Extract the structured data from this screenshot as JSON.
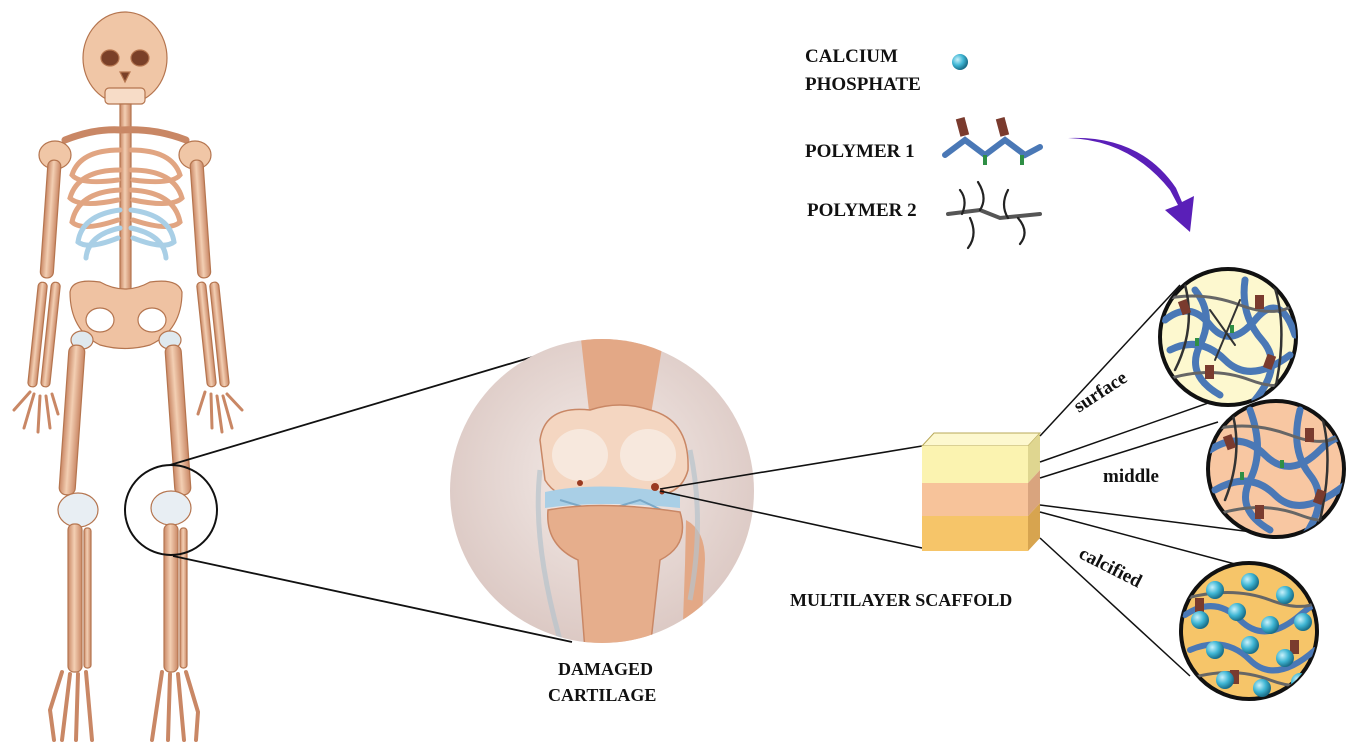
{
  "legend": {
    "calcium_phosphate": "CALCIUM\nPHOSPHATE",
    "calcium_line1": "CALCIUM",
    "calcium_line2": "PHOSPHATE",
    "polymer1": "POLYMER 1",
    "polymer2": "POLYMER 2"
  },
  "labels": {
    "damaged_line1": "DAMAGED",
    "damaged_line2": "CARTILAGE",
    "scaffold": "MULTILAYER SCAFFOLD",
    "surface": "surface",
    "middle": "middle",
    "calcified": "calcified"
  },
  "colors": {
    "bone": "#e9b48f",
    "bone_dark": "#c98765",
    "cartilage_blue": "#a9cfe6",
    "legend_bg": "#fbf7c6",
    "legend_border": "#7a5d96",
    "arrow": "#5a1fb8",
    "layer_surface": "#fbf3b0",
    "layer_middle": "#f7c39a",
    "layer_calcified": "#f6c569",
    "calcium_particle": "#3fb6d4",
    "polymer1_blue": "#4a78b6",
    "polymer1_brown": "#7a3b2e",
    "polymer1_green": "#2f8f45",
    "polymer2_gray": "#555555"
  },
  "icons": [
    "skeleton-figure",
    "knee-joint-illustration",
    "calcium-phosphate-sphere-icon",
    "polymer-1-chain-icon",
    "polymer-2-chain-icon",
    "curved-arrow-icon",
    "scaffold-cube-icon"
  ]
}
